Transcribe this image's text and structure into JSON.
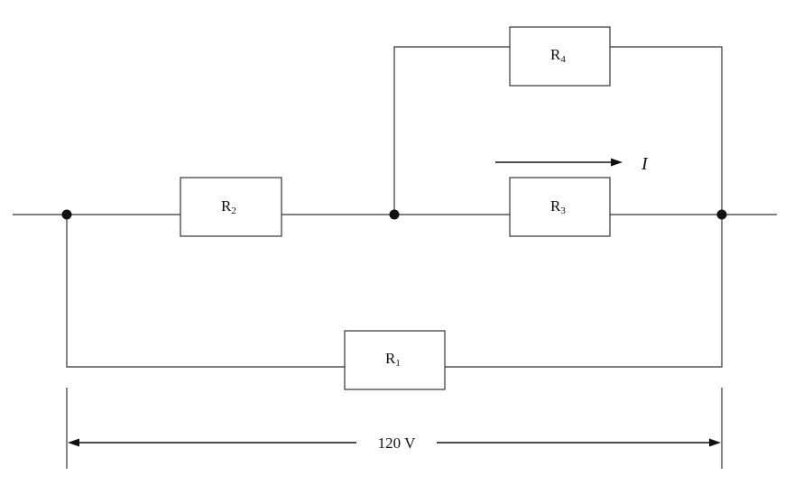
{
  "resistors": {
    "r1": {
      "main": "R",
      "sub": "1"
    },
    "r2": {
      "main": "R",
      "sub": "2"
    },
    "r3": {
      "main": "R",
      "sub": "3"
    },
    "r4": {
      "main": "R",
      "sub": "4"
    }
  },
  "current_label": "I",
  "voltage_label": "120 V"
}
